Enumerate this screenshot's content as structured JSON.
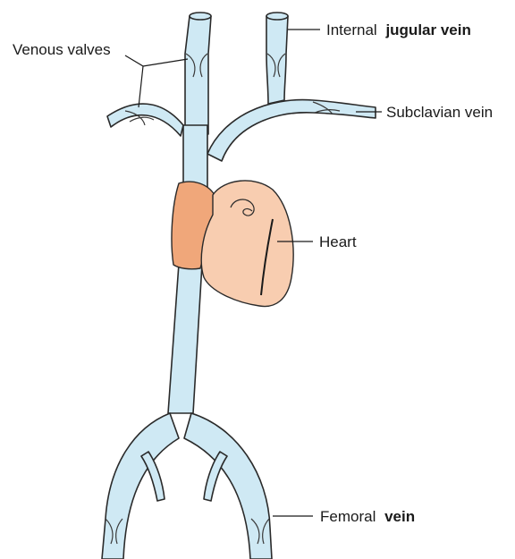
{
  "labels": {
    "venous_valves": "Venous valves",
    "internal_jugular_plain": "Internal",
    "internal_jugular_bold": "jugular vein",
    "subclavian_vein": "Subclavian vein",
    "heart": "Heart",
    "femoral_plain": "Femoral",
    "femoral_bold": "vein"
  },
  "colors": {
    "vein_fill": "#cfe9f4",
    "outline": "#2a2a2a",
    "atrium": "#f0a77a",
    "ventricle": "#f8cdb0"
  }
}
